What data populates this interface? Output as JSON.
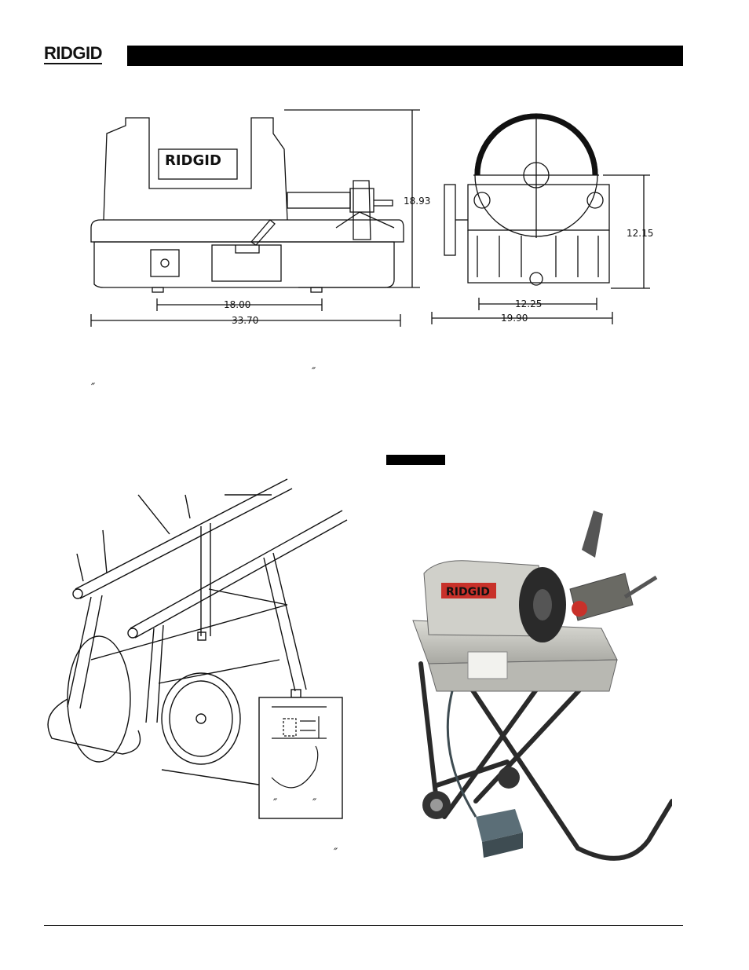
{
  "header": {
    "brand": "RIDGID"
  },
  "drawing": {
    "front_brand": "RIDGID",
    "dimensions": {
      "height_front": "18.93",
      "leg_span": "18.00",
      "overall_length": "33.70",
      "height_side": "12.15",
      "inner_width": "12.25",
      "overall_width": "19.90"
    }
  },
  "photo": {
    "brand": "RIDGID"
  },
  "inch_marks": [
    "″",
    "″",
    "″",
    "″",
    "″"
  ],
  "colors": {
    "ink": "#111111",
    "machine_body": "#c9c9c4",
    "frame": "#2a2a2a",
    "accent_red": "#c8312a"
  }
}
